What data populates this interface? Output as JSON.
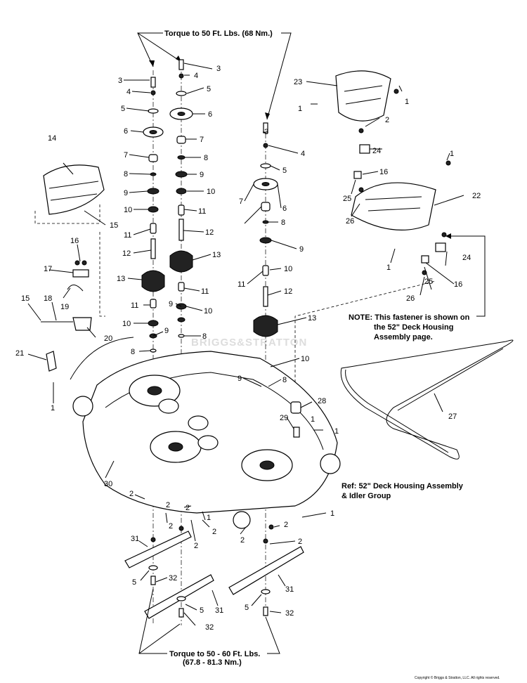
{
  "torque_top": "Torque to 50 Ft. Lbs. (68 Nm.)",
  "torque_bottom_line1": "Torque to 50 - 60 Ft. Lbs.",
  "torque_bottom_line2": "(67.8 - 81.3 Nm.)",
  "note_line1": "NOTE: This fastener is shown on",
  "note_line2": "the 52\" Deck Housing",
  "note_line3": "Assembly page.",
  "ref_line1": "Ref: 52\" Deck Housing Assembly",
  "ref_line2": "& Idler Group",
  "watermark": "BRIGGS&STRATTON",
  "copyright": "Copyright © Briggs & Stratton, LLC. All rights reserved.",
  "callouts": {
    "c1a": "1",
    "c1b": "1",
    "c1c": "1",
    "c1d": "1",
    "c1e": "1",
    "c1f": "1",
    "c1g": "1",
    "c1h": "1",
    "c1i": "1",
    "c2a": "2",
    "c2b": "2",
    "c2c": "2",
    "c2d": "2",
    "c2e": "2",
    "c2f": "2",
    "c2g": "2",
    "c2h": "2",
    "c2i": "2",
    "c2j": "2",
    "c3a": "3",
    "c3b": "3",
    "c3c": "3",
    "c4a": "4",
    "c4b": "4",
    "c4c": "4",
    "c5a": "5",
    "c5b": "5",
    "c5c": "5",
    "c5d": "5",
    "c5e": "5",
    "c5f": "5",
    "c6a": "6",
    "c6b": "6",
    "c6c": "6",
    "c7a": "7",
    "c7b": "7",
    "c7c": "7",
    "c8a": "8",
    "c8b": "8",
    "c8c": "8",
    "c8d": "8",
    "c8e": "8",
    "c8f": "8",
    "c9a": "9",
    "c9b": "9",
    "c9c": "9",
    "c9d": "9",
    "c9e": "9",
    "c9f": "9",
    "c10a": "10",
    "c10b": "10",
    "c10c": "10",
    "c10d": "10",
    "c10e": "10",
    "c10f": "10",
    "c11a": "11",
    "c11b": "11",
    "c11c": "11",
    "c11d": "11",
    "c11e": "11",
    "c12a": "12",
    "c12b": "12",
    "c12c": "12",
    "c13a": "13",
    "c13b": "13",
    "c13c": "13",
    "c14": "14",
    "c15a": "15",
    "c15b": "15",
    "c16a": "16",
    "c16b": "16",
    "c16c": "16",
    "c17": "17",
    "c18": "18",
    "c19": "19",
    "c20": "20",
    "c21": "21",
    "c22": "22",
    "c23": "23",
    "c24a": "24",
    "c24b": "24",
    "c25a": "25",
    "c25b": "25",
    "c26a": "26",
    "c26b": "26",
    "c27": "27",
    "c28": "28",
    "c29": "29",
    "c30": "30",
    "c31a": "31",
    "c31b": "31",
    "c31c": "31",
    "c32a": "32",
    "c32b": "32",
    "c32c": "32"
  }
}
